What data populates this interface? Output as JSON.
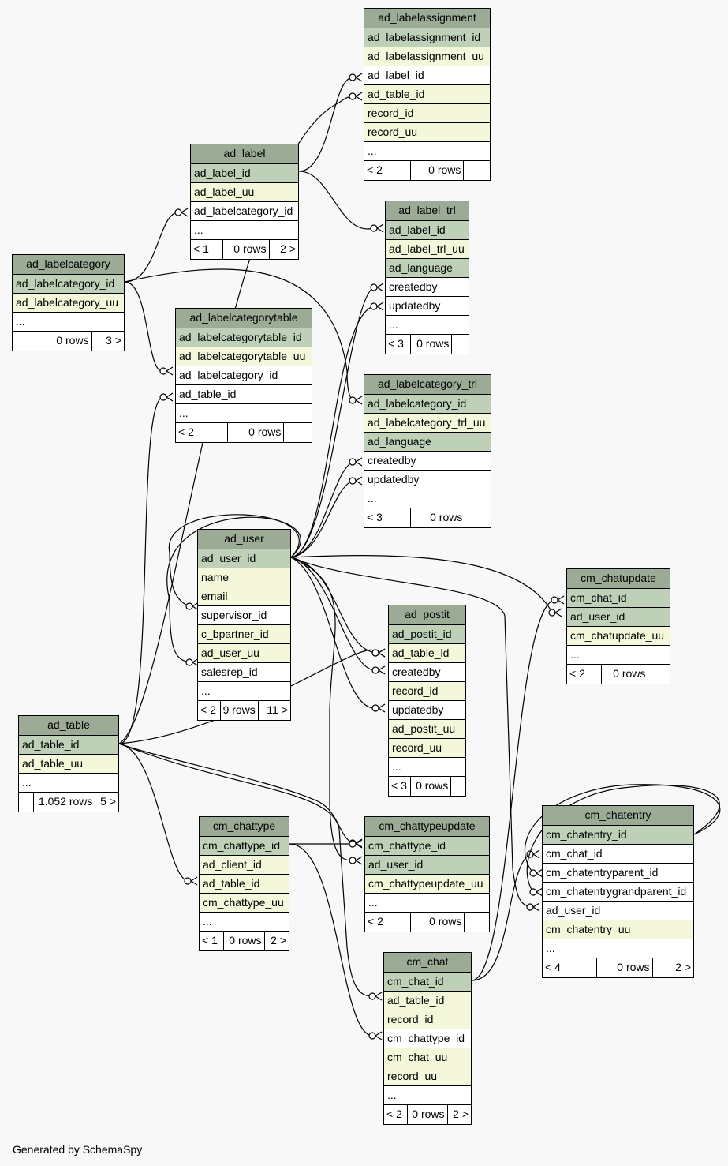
{
  "footer": "Generated by SchemaSpy",
  "colors": {
    "header": "#9bab96",
    "pk": "#bed1b8",
    "indexed": "#f4f7da",
    "plain": "#ffffff",
    "background": "#f8f8f8"
  },
  "tables": [
    {
      "key": "ad_labelassignment",
      "name": "ad_labelassignment",
      "columns": [
        {
          "name": "ad_labelassignment_id",
          "kind": "pk"
        },
        {
          "name": "ad_labelassignment_uu",
          "kind": "idx"
        },
        {
          "name": "ad_label_id",
          "kind": "plain"
        },
        {
          "name": "ad_table_id",
          "kind": "idx"
        },
        {
          "name": "record_id",
          "kind": "idx"
        },
        {
          "name": "record_uu",
          "kind": "idx"
        },
        {
          "name": "...",
          "kind": "more"
        }
      ],
      "footer": {
        "left": "< 2",
        "mid": "0 rows",
        "right": ""
      }
    },
    {
      "key": "ad_label",
      "name": "ad_label",
      "columns": [
        {
          "name": "ad_label_id",
          "kind": "pk"
        },
        {
          "name": "ad_label_uu",
          "kind": "idx"
        },
        {
          "name": "ad_labelcategory_id",
          "kind": "plain"
        },
        {
          "name": "...",
          "kind": "more"
        }
      ],
      "footer": {
        "left": "< 1",
        "mid": "0 rows",
        "right": "2 >"
      }
    },
    {
      "key": "ad_label_trl",
      "name": "ad_label_trl",
      "columns": [
        {
          "name": "ad_label_id",
          "kind": "pk"
        },
        {
          "name": "ad_label_trl_uu",
          "kind": "idx"
        },
        {
          "name": "ad_language",
          "kind": "pk"
        },
        {
          "name": "createdby",
          "kind": "plain"
        },
        {
          "name": "updatedby",
          "kind": "plain"
        },
        {
          "name": "...",
          "kind": "more"
        }
      ],
      "footer": {
        "left": "< 3",
        "mid": "0 rows",
        "right": ""
      }
    },
    {
      "key": "ad_labelcategory",
      "name": "ad_labelcategory",
      "columns": [
        {
          "name": "ad_labelcategory_id",
          "kind": "pk"
        },
        {
          "name": "ad_labelcategory_uu",
          "kind": "idx"
        },
        {
          "name": "...",
          "kind": "more"
        }
      ],
      "footer": {
        "left": "",
        "mid": "0 rows",
        "right": "3 >"
      }
    },
    {
      "key": "ad_labelcategorytable",
      "name": "ad_labelcategorytable",
      "columns": [
        {
          "name": "ad_labelcategorytable_id",
          "kind": "pk"
        },
        {
          "name": "ad_labelcategorytable_uu",
          "kind": "idx"
        },
        {
          "name": "ad_labelcategory_id",
          "kind": "plain"
        },
        {
          "name": "ad_table_id",
          "kind": "plain"
        },
        {
          "name": "...",
          "kind": "more"
        }
      ],
      "footer": {
        "left": "< 2",
        "mid": "0 rows",
        "right": ""
      }
    },
    {
      "key": "ad_labelcategory_trl",
      "name": "ad_labelcategory_trl",
      "columns": [
        {
          "name": "ad_labelcategory_id",
          "kind": "pk"
        },
        {
          "name": "ad_labelcategory_trl_uu",
          "kind": "idx"
        },
        {
          "name": "ad_language",
          "kind": "pk"
        },
        {
          "name": "createdby",
          "kind": "plain"
        },
        {
          "name": "updatedby",
          "kind": "plain"
        },
        {
          "name": "...",
          "kind": "more"
        }
      ],
      "footer": {
        "left": "< 3",
        "mid": "0 rows",
        "right": ""
      }
    },
    {
      "key": "ad_user",
      "name": "ad_user",
      "columns": [
        {
          "name": "ad_user_id",
          "kind": "pk"
        },
        {
          "name": "name",
          "kind": "idx"
        },
        {
          "name": "email",
          "kind": "idx"
        },
        {
          "name": "supervisor_id",
          "kind": "plain"
        },
        {
          "name": "c_bpartner_id",
          "kind": "idx"
        },
        {
          "name": "ad_user_uu",
          "kind": "idx"
        },
        {
          "name": "salesrep_id",
          "kind": "plain"
        },
        {
          "name": "...",
          "kind": "more"
        }
      ],
      "footer": {
        "left": "< 2",
        "mid": "9 rows",
        "right": "11 >"
      }
    },
    {
      "key": "cm_chatupdate",
      "name": "cm_chatupdate",
      "columns": [
        {
          "name": "cm_chat_id",
          "kind": "pk"
        },
        {
          "name": "ad_user_id",
          "kind": "pk"
        },
        {
          "name": "cm_chatupdate_uu",
          "kind": "idx"
        },
        {
          "name": "...",
          "kind": "more"
        }
      ],
      "footer": {
        "left": "< 2",
        "mid": "0 rows",
        "right": ""
      }
    },
    {
      "key": "ad_postit",
      "name": "ad_postit",
      "columns": [
        {
          "name": "ad_postit_id",
          "kind": "pk"
        },
        {
          "name": "ad_table_id",
          "kind": "idx"
        },
        {
          "name": "createdby",
          "kind": "plain"
        },
        {
          "name": "record_id",
          "kind": "idx"
        },
        {
          "name": "updatedby",
          "kind": "plain"
        },
        {
          "name": "ad_postit_uu",
          "kind": "idx"
        },
        {
          "name": "record_uu",
          "kind": "idx"
        },
        {
          "name": "...",
          "kind": "more"
        }
      ],
      "footer": {
        "left": "< 3",
        "mid": "0 rows",
        "right": ""
      }
    },
    {
      "key": "ad_table",
      "name": "ad_table",
      "columns": [
        {
          "name": "ad_table_id",
          "kind": "pk"
        },
        {
          "name": "ad_table_uu",
          "kind": "idx"
        },
        {
          "name": "...",
          "kind": "more"
        }
      ],
      "footer": {
        "left": "",
        "mid": "1.052 rows",
        "right": "5 >"
      }
    },
    {
      "key": "cm_chattype",
      "name": "cm_chattype",
      "columns": [
        {
          "name": "cm_chattype_id",
          "kind": "pk"
        },
        {
          "name": "ad_client_id",
          "kind": "idx"
        },
        {
          "name": "ad_table_id",
          "kind": "idx"
        },
        {
          "name": "cm_chattype_uu",
          "kind": "idx"
        },
        {
          "name": "...",
          "kind": "more"
        }
      ],
      "footer": {
        "left": "< 1",
        "mid": "0 rows",
        "right": "2 >"
      }
    },
    {
      "key": "cm_chattypeupdate",
      "name": "cm_chattypeupdate",
      "columns": [
        {
          "name": "cm_chattype_id",
          "kind": "pk"
        },
        {
          "name": "ad_user_id",
          "kind": "pk"
        },
        {
          "name": "cm_chattypeupdate_uu",
          "kind": "idx"
        },
        {
          "name": "...",
          "kind": "more"
        }
      ],
      "footer": {
        "left": "< 2",
        "mid": "0 rows",
        "right": ""
      }
    },
    {
      "key": "cm_chatentry",
      "name": "cm_chatentry",
      "columns": [
        {
          "name": "cm_chatentry_id",
          "kind": "pk"
        },
        {
          "name": "cm_chat_id",
          "kind": "plain"
        },
        {
          "name": "cm_chatentryparent_id",
          "kind": "plain"
        },
        {
          "name": "cm_chatentrygrandparent_id",
          "kind": "plain"
        },
        {
          "name": "ad_user_id",
          "kind": "plain"
        },
        {
          "name": "cm_chatentry_uu",
          "kind": "idx"
        },
        {
          "name": "...",
          "kind": "more"
        }
      ],
      "footer": {
        "left": "< 4",
        "mid": "0 rows",
        "right": "2 >"
      }
    },
    {
      "key": "cm_chat",
      "name": "cm_chat",
      "columns": [
        {
          "name": "cm_chat_id",
          "kind": "pk"
        },
        {
          "name": "ad_table_id",
          "kind": "idx"
        },
        {
          "name": "record_id",
          "kind": "idx"
        },
        {
          "name": "cm_chattype_id",
          "kind": "plain"
        },
        {
          "name": "cm_chat_uu",
          "kind": "idx"
        },
        {
          "name": "record_uu",
          "kind": "idx"
        },
        {
          "name": "...",
          "kind": "more"
        }
      ],
      "footer": {
        "left": "< 2",
        "mid": "0 rows",
        "right": "2 >"
      }
    }
  ]
}
